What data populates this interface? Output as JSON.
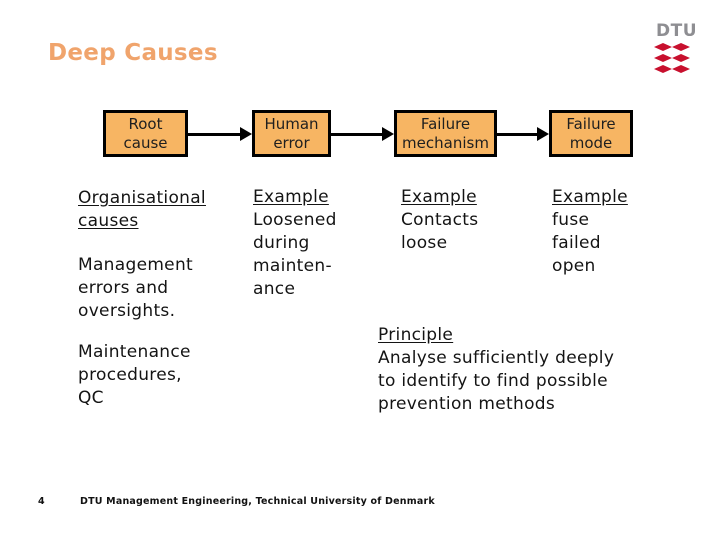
{
  "title": "Deep Causes",
  "colors": {
    "title_orange": "#F0A46C",
    "box_fill": "#F7B563",
    "box_border": "#000000",
    "body_text": "#141414",
    "logo_red": "#C8102E",
    "logo_gray": "#8E8E92",
    "background": "#FFFFFF"
  },
  "logo": {
    "text": "DTU"
  },
  "flowchart": {
    "nodes": [
      {
        "label": "Root\ncause"
      },
      {
        "label": "Human\nerror"
      },
      {
        "label": "Failure\nmechanism"
      },
      {
        "label": "Failure\nmode"
      }
    ]
  },
  "columns": [
    {
      "heading": "Organisational\ncauses",
      "paragraphs": [
        "Management\nerrors and\noversights.",
        "Maintenance\nprocedures,\nQC"
      ]
    },
    {
      "heading": "Example",
      "body": "Loosened\nduring\nmainten-\nance"
    },
    {
      "heading": "Example",
      "body": "Contacts\nloose"
    },
    {
      "heading": "Example",
      "body": "fuse\nfailed\nopen"
    }
  ],
  "principle": {
    "heading": "Principle",
    "body": "Analyse sufficiently deeply\nto identify to find possible\nprevention methods"
  },
  "footer": {
    "page_number": "4",
    "text": "DTU Management Engineering, Technical University of Denmark"
  }
}
